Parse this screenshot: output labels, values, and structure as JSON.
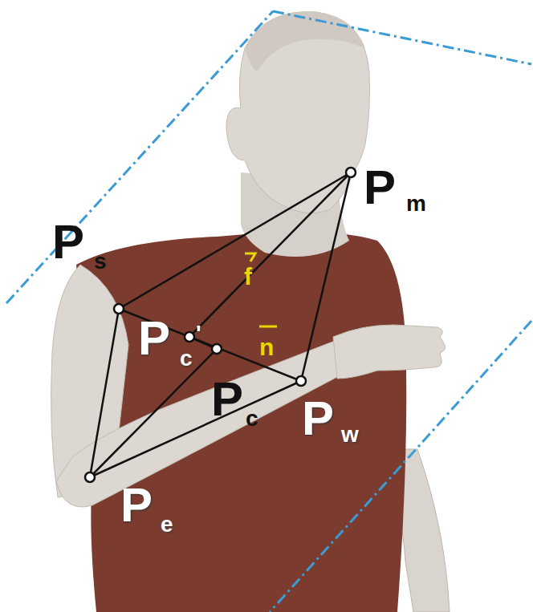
{
  "diagram": {
    "labels": [
      "P",
      "m",
      "P",
      "s",
      "P",
      "c",
      "'",
      "P",
      "c",
      "P",
      "w",
      "P",
      "e",
      "f",
      "n"
    ]
  }
}
